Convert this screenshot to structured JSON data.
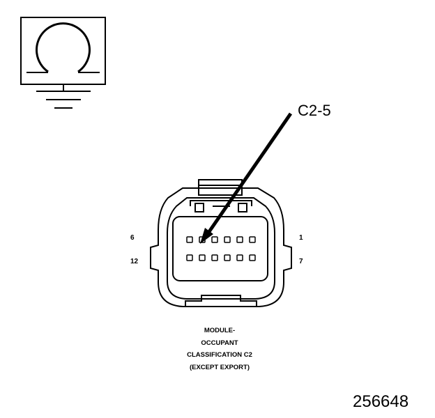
{
  "callout": {
    "label": "C2-5",
    "target_pin": 5
  },
  "connector": {
    "pin_labels": {
      "top_left": "6",
      "bottom_left": "12",
      "top_right": "1",
      "bottom_right": "7"
    },
    "rows": 2,
    "pins_per_row": 6,
    "caption": [
      "MODULE-",
      "OCCUPANT",
      "CLASSIFICATION C2",
      "(EXCEPT EXPORT)"
    ]
  },
  "figure_number": "256648",
  "icons": {
    "symbol": "ohm-ground-symbol-icon",
    "connector": "connector-face-icon"
  }
}
